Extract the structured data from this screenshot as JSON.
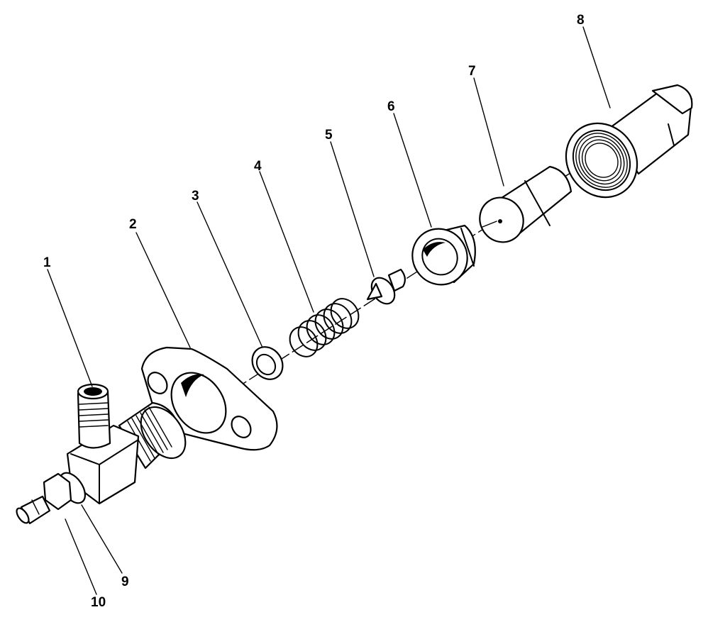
{
  "callouts": [
    {
      "id": "1",
      "label": "1"
    },
    {
      "id": "2",
      "label": "2"
    },
    {
      "id": "3",
      "label": "3"
    },
    {
      "id": "4",
      "label": "4"
    },
    {
      "id": "5",
      "label": "5"
    },
    {
      "id": "6",
      "label": "6"
    },
    {
      "id": "7",
      "label": "7"
    },
    {
      "id": "8",
      "label": "8"
    },
    {
      "id": "9",
      "label": "9"
    },
    {
      "id": "10",
      "label": "10"
    }
  ],
  "colors": {
    "ink": "#000000",
    "paper": "#ffffff"
  }
}
